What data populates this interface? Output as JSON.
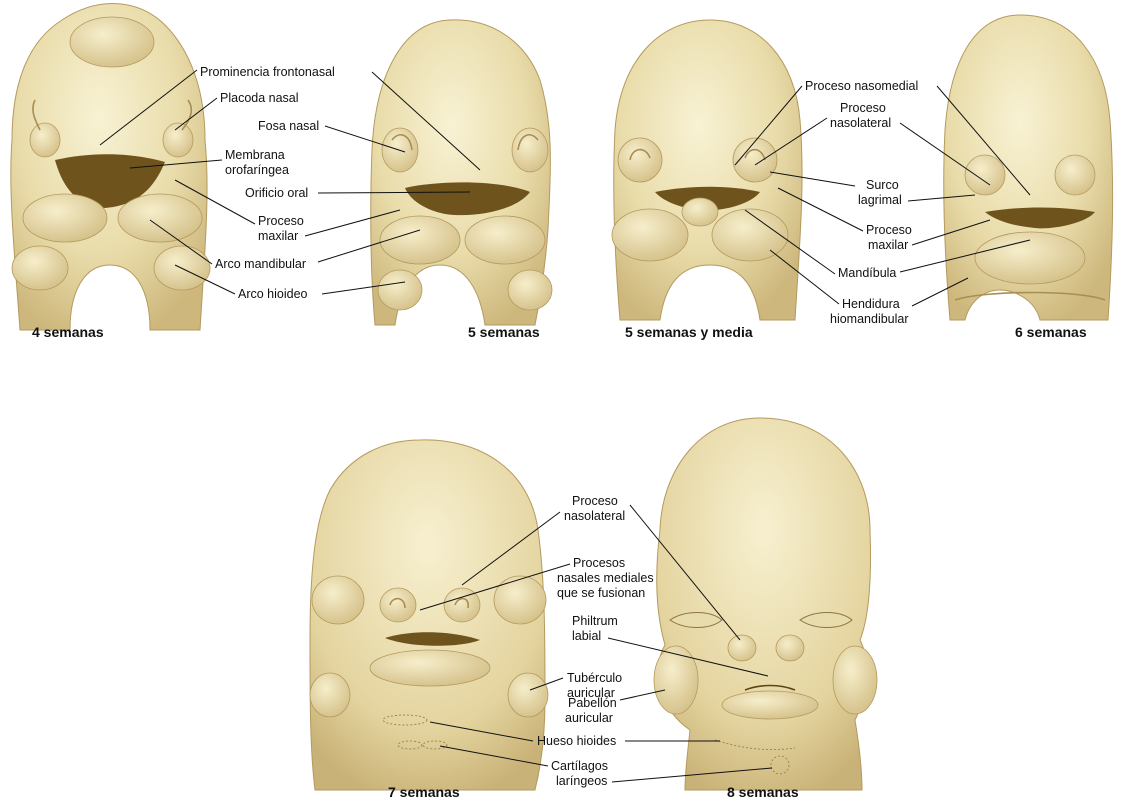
{
  "panels": {
    "p4": {
      "caption": "4 semanas"
    },
    "p5": {
      "caption": "5 semanas"
    },
    "p55": {
      "caption": "5 semanas y media"
    },
    "p6": {
      "caption": "6 semanas"
    },
    "p7": {
      "caption": "7 semanas"
    },
    "p8": {
      "caption": "8 semanas"
    }
  },
  "labels": {
    "prominencia_frontonasal": "Prominencia frontonasal",
    "placoda_nasal": "Placoda nasal",
    "fosa_nasal": "Fosa nasal",
    "membrana_1": "Membrana",
    "membrana_2": "orofaríngea",
    "orificio_oral": "Orificio oral",
    "proceso_maxilar_1_a": "Proceso",
    "proceso_maxilar_1_b": "maxilar",
    "arco_mandibular": "Arco mandibular",
    "arco_hioideo": "Arco hioideo",
    "proceso_nasomedial": "Proceso nasomedial",
    "proceso_nasolateral_1_a": "Proceso",
    "proceso_nasolateral_1_b": "nasolateral",
    "surco_lagrimal_a": "Surco",
    "surco_lagrimal_b": "lagrimal",
    "proceso_maxilar_2_a": "Proceso",
    "proceso_maxilar_2_b": "maxilar",
    "mandibula": "Mandíbula",
    "hendidura_a": "Hendidura",
    "hendidura_b": "hiomandibular",
    "proceso_nasolateral_2_a": "Proceso",
    "proceso_nasolateral_2_b": "nasolateral",
    "procesos_nasales_a": "Procesos",
    "procesos_nasales_b": "nasales mediales",
    "procesos_nasales_c": "que se fusionan",
    "philtrum_a": "Philtrum",
    "philtrum_b": "labial",
    "tuberculo_a": "Tubérculo",
    "tuberculo_b": "auricular",
    "pabellon_a": "Pabellón",
    "pabellon_b": "auricular",
    "hueso_hioides": "Hueso hioides",
    "cartilagos_a": "Cartílagos",
    "cartilagos_b": "laríngeos"
  },
  "colors": {
    "skin_light": "#f4ecc6",
    "skin_mid": "#e2d29b",
    "skin_dark": "#c7b174",
    "cavity": "#6e531c"
  }
}
